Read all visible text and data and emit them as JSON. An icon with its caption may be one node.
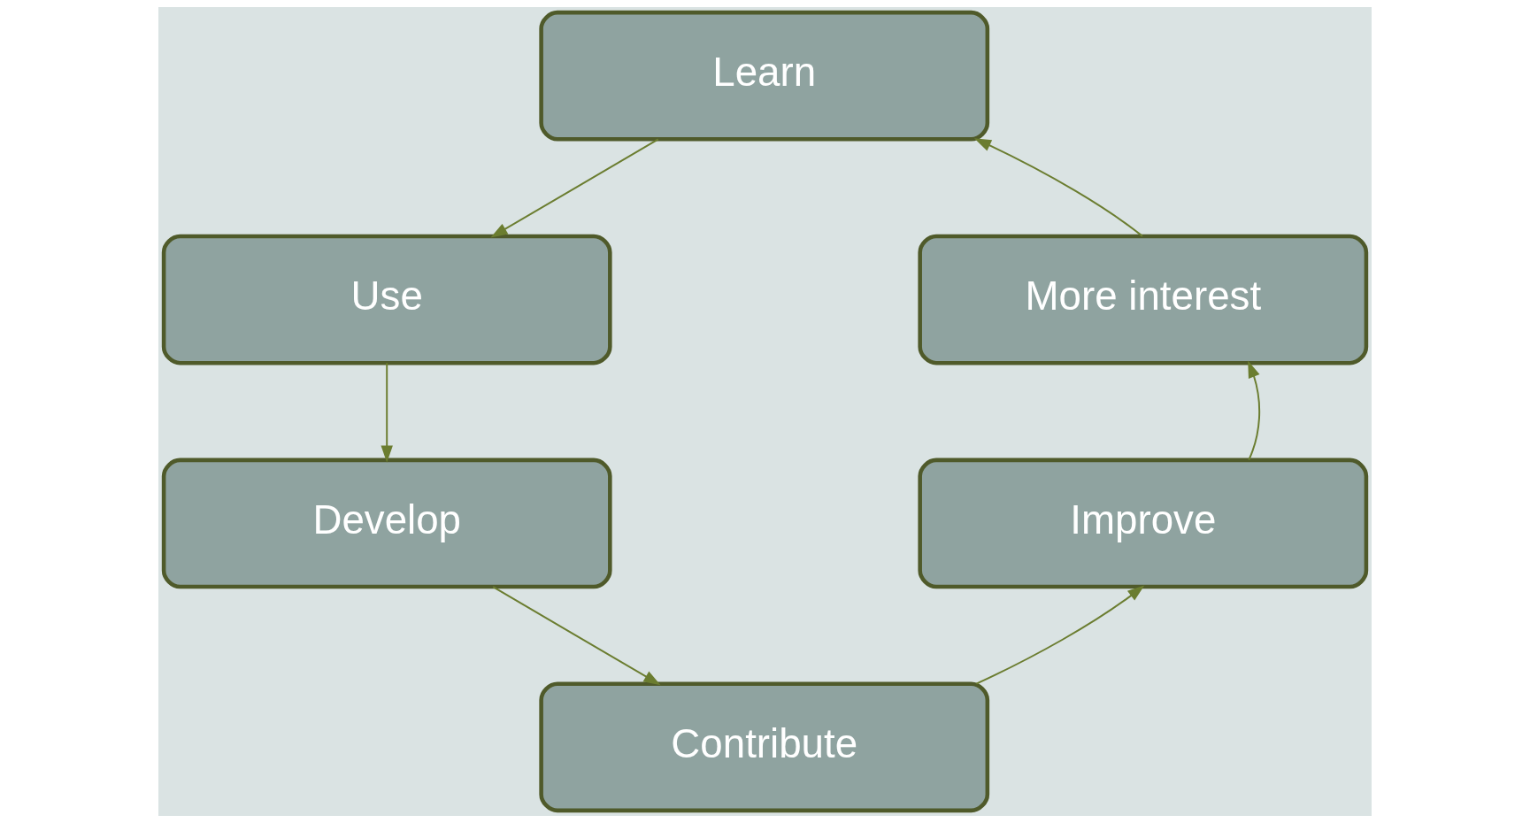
{
  "diagram": {
    "nodes": [
      {
        "text": [
          "Learn"
        ]
      },
      {
        "text": [
          "Use"
        ]
      },
      {
        "text": [
          "Develop"
        ]
      },
      {
        "text": [
          "Contribute"
        ]
      },
      {
        "text": [
          "Improve"
        ]
      },
      {
        "text": [
          "More interest"
        ]
      }
    ],
    "edges": [
      {
        "from": 0,
        "to": 1,
        "arrow": "to"
      },
      {
        "from": 1,
        "to": 2,
        "arrow": "to"
      },
      {
        "from": 2,
        "to": 3,
        "arrow": "to"
      },
      {
        "from": 3,
        "to": 4,
        "arrow": "to"
      },
      {
        "from": 4,
        "to": 5,
        "arrow": "to"
      },
      {
        "from": 5,
        "to": 0,
        "arrow": "to"
      }
    ]
  }
}
